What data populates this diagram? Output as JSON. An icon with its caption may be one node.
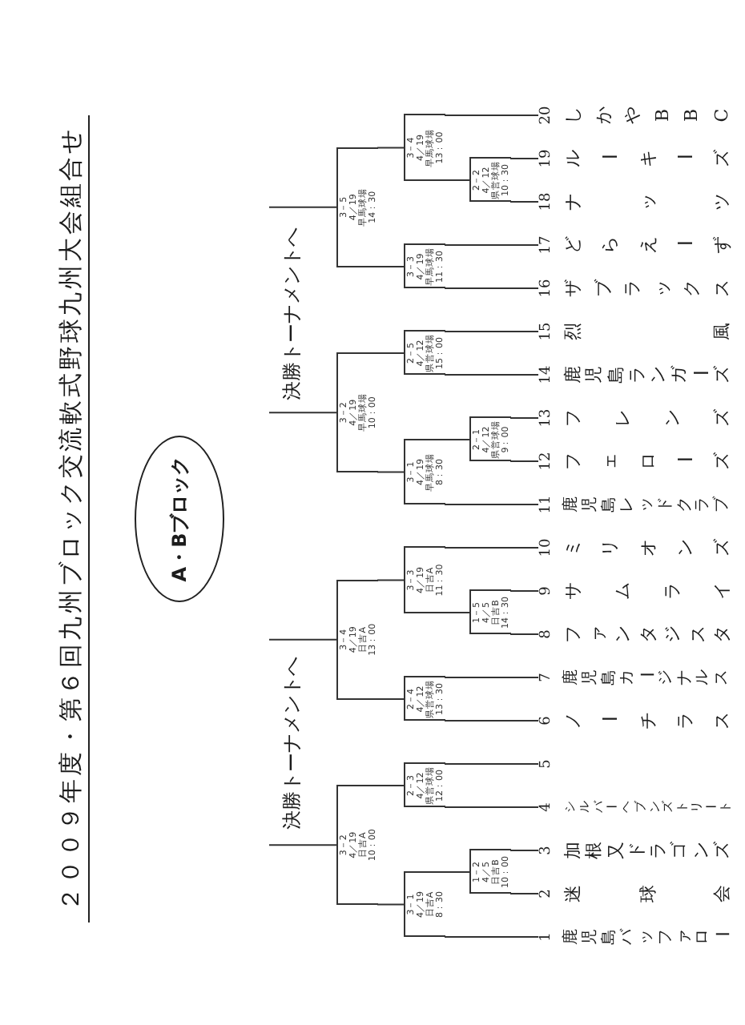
{
  "diagram": {
    "title": "２００９年度・第６回九州ブロック交流軟式野球九州大会組合せ",
    "nodes": [
      {
        "text": [
          "A・Bブロック"
        ]
      },
      {
        "text": [
          "1",
          "鹿児島バッファロー"
        ]
      },
      {
        "text": [
          "2",
          "迷球会"
        ]
      },
      {
        "text": [
          "3",
          "加根又ドラゴンズ"
        ]
      },
      {
        "text": [
          "4",
          "シルバーヘブンズトリート"
        ]
      },
      {
        "text": [
          "5"
        ]
      },
      {
        "text": [
          "6",
          "ノーチラス"
        ]
      },
      {
        "text": [
          "7",
          "鹿児島カージナルス"
        ]
      },
      {
        "text": [
          "8",
          "ファンタジスタ"
        ]
      },
      {
        "text": [
          "9",
          "サムライ"
        ]
      },
      {
        "text": [
          "10",
          "ミリオンズ"
        ]
      },
      {
        "text": [
          "11",
          "鹿児島レッドクラブ"
        ]
      },
      {
        "text": [
          "12",
          "フェローズ"
        ]
      },
      {
        "text": [
          "13",
          "フレンズ"
        ]
      },
      {
        "text": [
          "14",
          "鹿児島ランガーズ"
        ]
      },
      {
        "text": [
          "15",
          "烈風"
        ]
      },
      {
        "text": [
          "16",
          "ザブラックス"
        ]
      },
      {
        "text": [
          "17",
          "どらえーず"
        ]
      },
      {
        "text": [
          "18",
          "ナッツ"
        ]
      },
      {
        "text": [
          "19",
          "ルーキーズ"
        ]
      },
      {
        "text": [
          "20",
          "しかやBBC"
        ]
      },
      {
        "text": [
          "1－2",
          "4／5",
          "日吉B",
          "10：00"
        ]
      },
      {
        "text": [
          "3－1",
          "4／19",
          "日吉A",
          "8：30"
        ]
      },
      {
        "text": [
          "2－3",
          "4／12",
          "県営球場",
          "12：00"
        ]
      },
      {
        "text": [
          "3－2",
          "4／19",
          "日吉A",
          "10：00"
        ]
      },
      {
        "text": [
          "2－4",
          "4／12",
          "県営球場",
          "13：30"
        ]
      },
      {
        "text": [
          "1－5",
          "4／5",
          "日吉B",
          "14：30"
        ]
      },
      {
        "text": [
          "3－3",
          "4／19",
          "日吉A",
          "11：30"
        ]
      },
      {
        "text": [
          "3－4",
          "4／19",
          "日吉A",
          "13：00"
        ]
      },
      {
        "text": [
          "2－1",
          "4／12",
          "県営球場",
          "9：00"
        ]
      },
      {
        "text": [
          "3－1",
          "4／19",
          "早馬球場",
          "8：30"
        ]
      },
      {
        "text": [
          "2－5",
          "4／12",
          "県営球場",
          "15：00"
        ]
      },
      {
        "text": [
          "3－2",
          "4／19",
          "早馬球場",
          "10：00"
        ]
      },
      {
        "text": [
          "3－3",
          "4／19",
          "早馬球場",
          "11：30"
        ]
      },
      {
        "text": [
          "2－2",
          "4／12",
          "県営球場",
          "10：30"
        ]
      },
      {
        "text": [
          "3－4",
          "4／19",
          "早馬球場",
          "13：00"
        ]
      },
      {
        "text": [
          "3－5",
          "4／19",
          "早馬球場",
          "14：30"
        ]
      }
    ],
    "edges": [
      {
        "from": 2,
        "to": 21,
        "arrow": "none"
      },
      {
        "from": 3,
        "to": 21,
        "arrow": "none"
      },
      {
        "from": 1,
        "to": 22,
        "arrow": "none"
      },
      {
        "from": 21,
        "to": 22,
        "arrow": "none"
      },
      {
        "from": 4,
        "to": 23,
        "arrow": "none"
      },
      {
        "from": 5,
        "to": 23,
        "arrow": "none"
      },
      {
        "from": 22,
        "to": 24,
        "arrow": "none"
      },
      {
        "from": 23,
        "to": 24,
        "arrow": "none"
      },
      {
        "from": 6,
        "to": 25,
        "arrow": "none"
      },
      {
        "from": 7,
        "to": 25,
        "arrow": "none"
      },
      {
        "from": 8,
        "to": 26,
        "arrow": "none"
      },
      {
        "from": 9,
        "to": 26,
        "arrow": "none"
      },
      {
        "from": 26,
        "to": 27,
        "arrow": "none"
      },
      {
        "from": 10,
        "to": 27,
        "arrow": "none"
      },
      {
        "from": 25,
        "to": 28,
        "arrow": "none"
      },
      {
        "from": 27,
        "to": 28,
        "arrow": "none"
      },
      {
        "from": 24,
        "to": null,
        "arrow": "none"
      },
      {
        "from": 28,
        "to": null,
        "arrow": "none"
      },
      {
        "from": 12,
        "to": 29,
        "arrow": "none"
      },
      {
        "from": 13,
        "to": 29,
        "arrow": "none"
      },
      {
        "from": 11,
        "to": 30,
        "arrow": "none"
      },
      {
        "from": 29,
        "to": 30,
        "arrow": "none"
      },
      {
        "from": 14,
        "to": 31,
        "arrow": "none"
      },
      {
        "from": 15,
        "to": 31,
        "arrow": "none"
      },
      {
        "from": 30,
        "to": 32,
        "arrow": "none"
      },
      {
        "from": 31,
        "to": 32,
        "arrow": "none"
      },
      {
        "from": 16,
        "to": 33,
        "arrow": "none"
      },
      {
        "from": 17,
        "to": 33,
        "arrow": "none"
      },
      {
        "from": 18,
        "to": 34,
        "arrow": "none"
      },
      {
        "from": 19,
        "to": 34,
        "arrow": "none"
      },
      {
        "from": 34,
        "to": 35,
        "arrow": "none"
      },
      {
        "from": 20,
        "to": 35,
        "arrow": "none"
      },
      {
        "from": 33,
        "to": 36,
        "arrow": "none"
      },
      {
        "from": 35,
        "to": 36,
        "arrow": "none"
      },
      {
        "from": 32,
        "to": null,
        "arrow": "none"
      },
      {
        "from": 36,
        "to": null,
        "arrow": "none"
      }
    ],
    "labels": [
      "決勝トーナメントへ",
      "決勝トーナメントへ"
    ]
  }
}
